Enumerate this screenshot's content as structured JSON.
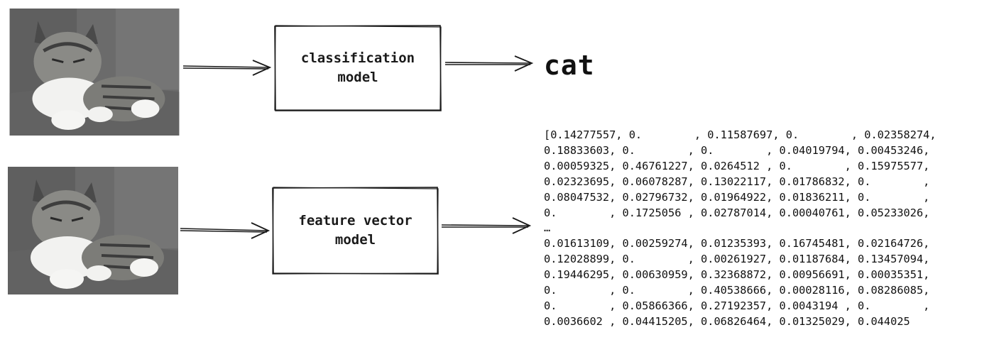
{
  "images": {
    "top_photo": {
      "icon": "cat-photo"
    },
    "bottom_photo": {
      "icon": "cat-photo"
    }
  },
  "boxes": {
    "classification": {
      "line1": "classification",
      "line2": "model"
    },
    "feature_vector": {
      "line1": "feature vector",
      "line2": "model"
    }
  },
  "outputs": {
    "classification_label": "cat",
    "feature_vector_lines": [
      "[0.14277557, 0.        , 0.11587697, 0.        , 0.02358274,",
      "0.18833603, 0.        , 0.        , 0.04019794, 0.00453246,",
      "0.00059325, 0.46761227, 0.0264512 , 0.        , 0.15975577,",
      "0.02323695, 0.06078287, 0.13022117, 0.01786832, 0.        ,",
      "0.08047532, 0.02796732, 0.01964922, 0.01836211, 0.        ,",
      "0.        , 0.1725056 , 0.02787014, 0.00040761, 0.05233026,",
      "…",
      "0.01613109, 0.00259274, 0.01235393, 0.16745481, 0.02164726,",
      "0.12028899, 0.        , 0.00261927, 0.01187684, 0.13457094,",
      "0.19446295, 0.00630959, 0.32368872, 0.00956691, 0.00035351,",
      "0.        , 0.        , 0.40538666, 0.00028116, 0.08286085,",
      "0.        , 0.05866366, 0.27192357, 0.0043194 , 0.        ,",
      "0.0036602 , 0.04415205, 0.06826464, 0.01325029, 0.044025"
    ]
  },
  "colors": {
    "ink": "#1a1a1a",
    "sofa": "#6e6e6e",
    "background": "#ffffff"
  }
}
